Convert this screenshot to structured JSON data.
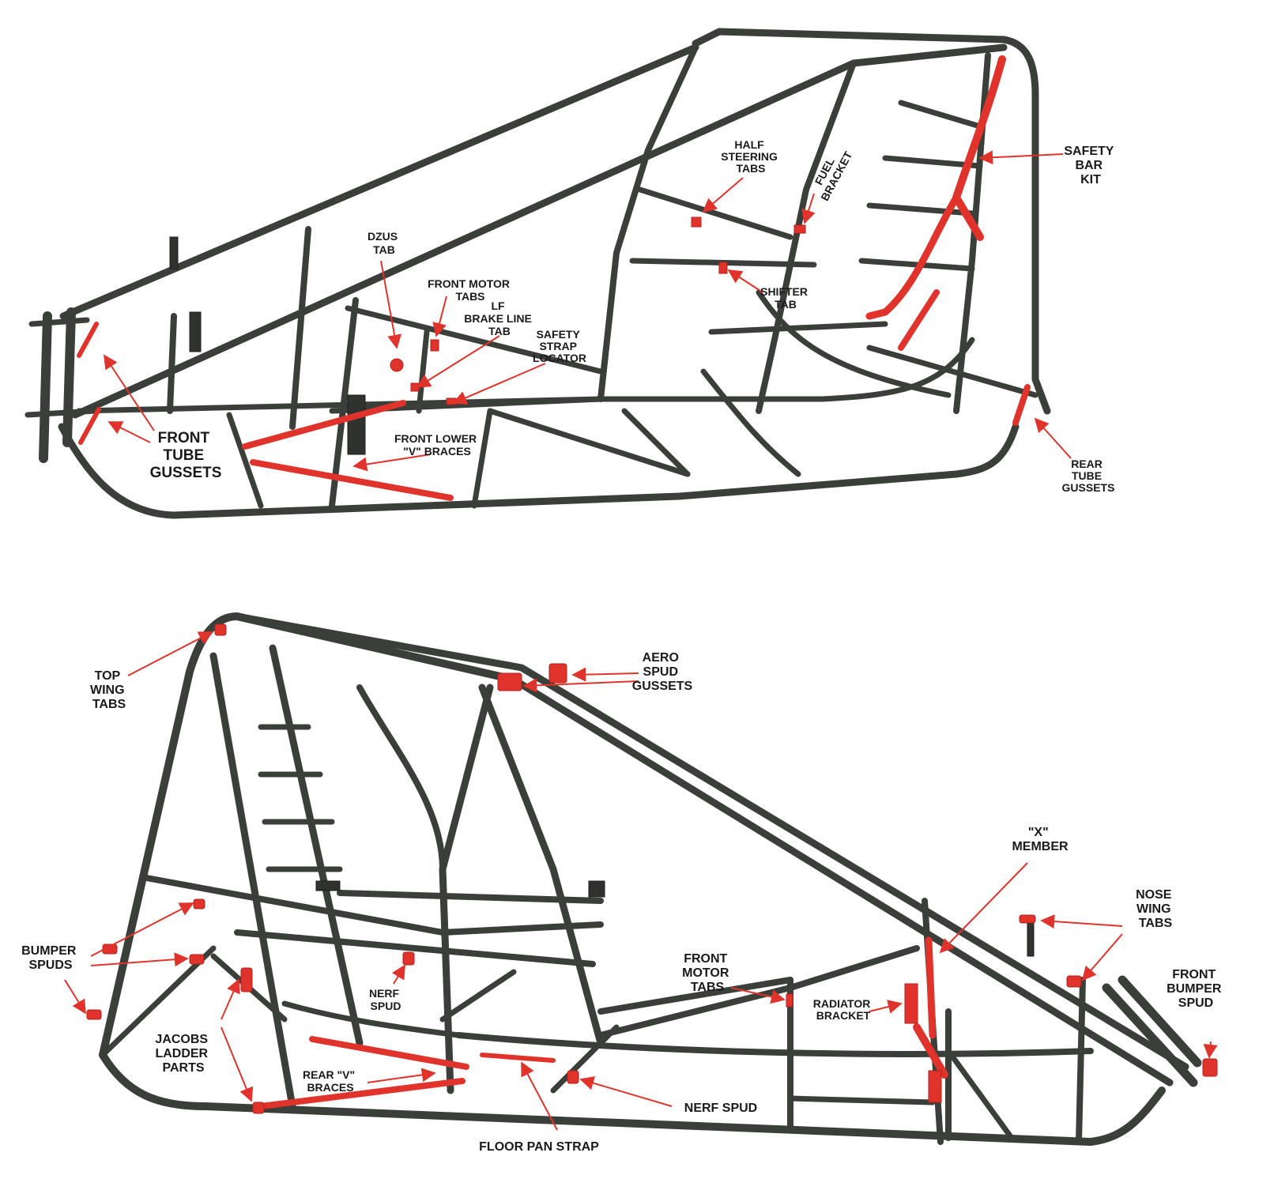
{
  "colors": {
    "tube": "#3b3f3a",
    "highlight": "#e0332b",
    "label": "#1a1a1a",
    "background": "#ffffff"
  },
  "top_view": {
    "labels": {
      "dzus_tab": [
        "DZUS",
        "TAB"
      ],
      "front_motor_tabs": [
        "FRONT MOTOR",
        "TABS"
      ],
      "lf_brake_line_tab": [
        "LF",
        "BRAKE LINE",
        "TAB"
      ],
      "safety_strap_locator": [
        "SAFETY",
        "STRAP",
        "LOCATOR"
      ],
      "half_steering_tabs": [
        "HALF",
        "STEERING",
        "TABS"
      ],
      "fuel_bracket": [
        "FUEL",
        "BRACKET"
      ],
      "shifter_tab": [
        "SHIFTER",
        "TAB"
      ],
      "safety_bar_kit": [
        "SAFETY",
        "BAR",
        "KIT"
      ],
      "front_tube_gussets": [
        "FRONT",
        "TUBE",
        "GUSSETS"
      ],
      "front_lower_v_braces": [
        "FRONT LOWER",
        "\"V\" BRACES"
      ],
      "rear_tube_gussets": [
        "REAR",
        "TUBE",
        "GUSSETS"
      ]
    }
  },
  "bottom_view": {
    "labels": {
      "top_wing_tabs": [
        "TOP",
        "WING",
        "TABS"
      ],
      "aero_spud_gussets": [
        "AERO",
        "SPUD",
        "GUSSETS"
      ],
      "x_member": [
        "\"X\"",
        "MEMBER"
      ],
      "nose_wing_tabs": [
        "NOSE",
        "WING",
        "TABS"
      ],
      "bumper_spuds": [
        "BUMPER",
        "SPUDS"
      ],
      "front_motor_tabs": [
        "FRONT",
        "MOTOR",
        "TABS"
      ],
      "front_bumper_spud": [
        "FRONT",
        "BUMPER",
        "SPUD"
      ],
      "radiator_bracket": [
        "RADIATOR",
        "BRACKET"
      ],
      "nerf_spud_upper": [
        "NERF",
        "SPUD"
      ],
      "jacobs_ladder_parts": [
        "JACOBS",
        "LADDER",
        "PARTS"
      ],
      "rear_v_braces": [
        "REAR \"V\"",
        "BRACES"
      ],
      "nerf_spud_lower": [
        "NERF SPUD"
      ],
      "floor_pan_strap": [
        "FLOOR PAN STRAP"
      ]
    }
  }
}
